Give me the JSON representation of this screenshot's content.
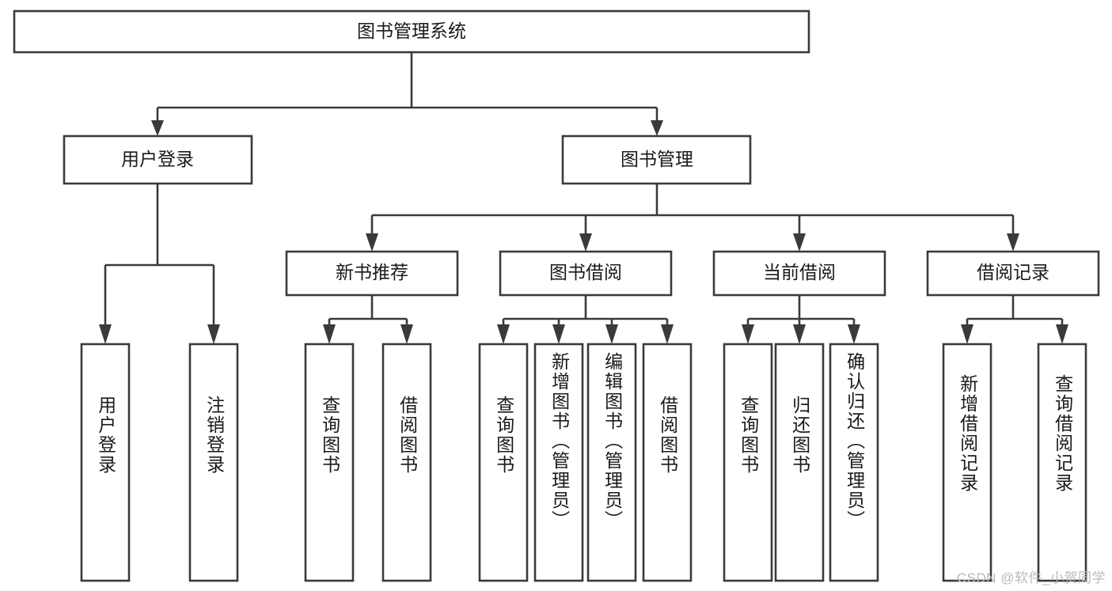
{
  "diagram": {
    "title": "图书管理系统",
    "type": "hierarchy-tree",
    "watermark": "CSDN @软件_小贺同学",
    "colors": {
      "stroke": "#3a3a3a",
      "fill": "#ffffff",
      "text": "#1a1a1a",
      "watermark": "#b9b9b9"
    },
    "root": {
      "label": "图书管理系统"
    },
    "level2": [
      {
        "label": "用户登录"
      },
      {
        "label": "图书管理"
      }
    ],
    "level3": [
      {
        "label": "新书推荐"
      },
      {
        "label": "图书借阅"
      },
      {
        "label": "当前借阅"
      },
      {
        "label": "借阅记录"
      }
    ],
    "leaves": {
      "user_login": [
        {
          "label": "用户登录"
        },
        {
          "label": "注销登录"
        }
      ],
      "new_book_recommend": [
        {
          "label": "查询图书"
        },
        {
          "label": "借阅图书"
        }
      ],
      "book_borrow": [
        {
          "label": "查询图书"
        },
        {
          "label": "新增图书（管理员）"
        },
        {
          "label": "编辑图书（管理员）"
        },
        {
          "label": "借阅图书"
        }
      ],
      "current_borrow": [
        {
          "label": "查询图书"
        },
        {
          "label": "归还图书"
        },
        {
          "label": "确认归还（管理员）"
        }
      ],
      "borrow_records": [
        {
          "label": "新增借阅记录"
        },
        {
          "label": "查询借阅记录"
        }
      ]
    }
  }
}
